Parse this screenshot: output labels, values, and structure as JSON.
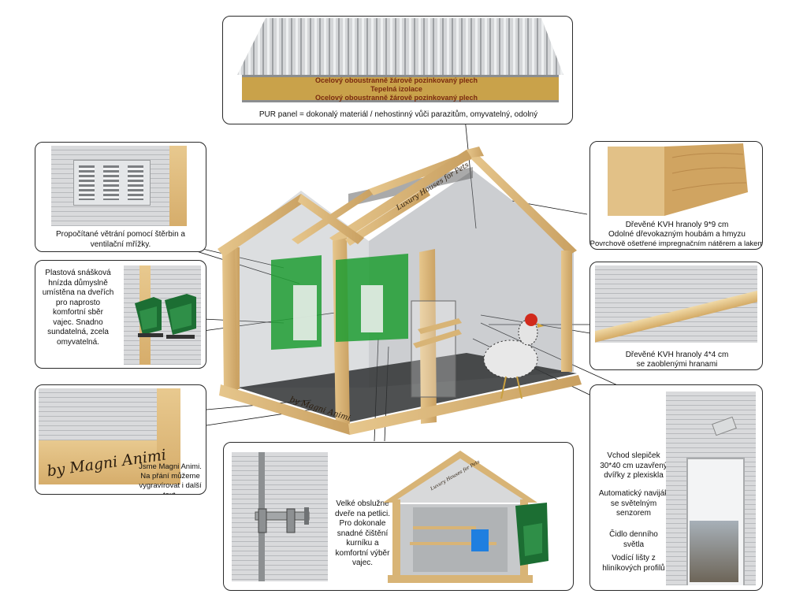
{
  "pur_panel": {
    "layer_top": "Ocelový oboustranně žárově pozinkovaný plech",
    "layer_middle": "Tepelná izolace",
    "layer_bottom": "Ocelový oboustranně žárově pozinkovaný plech",
    "caption": "PUR panel = dokonalý materiál / nehostinný vůči parazitům, omyvatelný, odolný"
  },
  "ventilation": {
    "caption": "Propočítané větrání pomocí štěrbin a ventilační mřížky."
  },
  "nest": {
    "caption": "Plastová snášková hnízda důmyslně umístěna na dveřích pro naprosto komfortní sběr vajec. Snadno sundatelná, zcela omyvatelná."
  },
  "engraving": {
    "brand": "by Magni Animi",
    "caption": "Jsme Magni Animi. Na přání můžeme vygravírovat i další text."
  },
  "beam_large": {
    "line1": "Dřevěné KVH hranoly 9*9 cm",
    "line2": "Odolné dřevokazným houbám a hmyzu",
    "line3": "Povrchově ošetřené impregnačním nátěrem a lakem"
  },
  "beam_small": {
    "line1": "Dřevěné KVH hranoly 4*4 cm",
    "line2": "se zaoblenými hranami"
  },
  "entrance": {
    "text1": "Vchod slepiček 30*40 cm uzavřený dvířky z plexiskla",
    "text2": "Automatický naviják se světelným senzorem",
    "text3": "Čidlo denního světla",
    "text4": "Vodící lišty z hliníkových profilů"
  },
  "service_door": {
    "caption": "Velké obslužné dveře na petlici. Pro dokonale snadné čištění kurníku a komfortní výběr vajec."
  },
  "house": {
    "roof_engraving": "Luxury Houses for Pets",
    "base_engraving": "by Magni Animi"
  },
  "colors": {
    "wood": "#d8b476",
    "nest_green": "#1f9d33",
    "panel_gray": "#c9cbcd",
    "insulation": "#c9a24a"
  }
}
